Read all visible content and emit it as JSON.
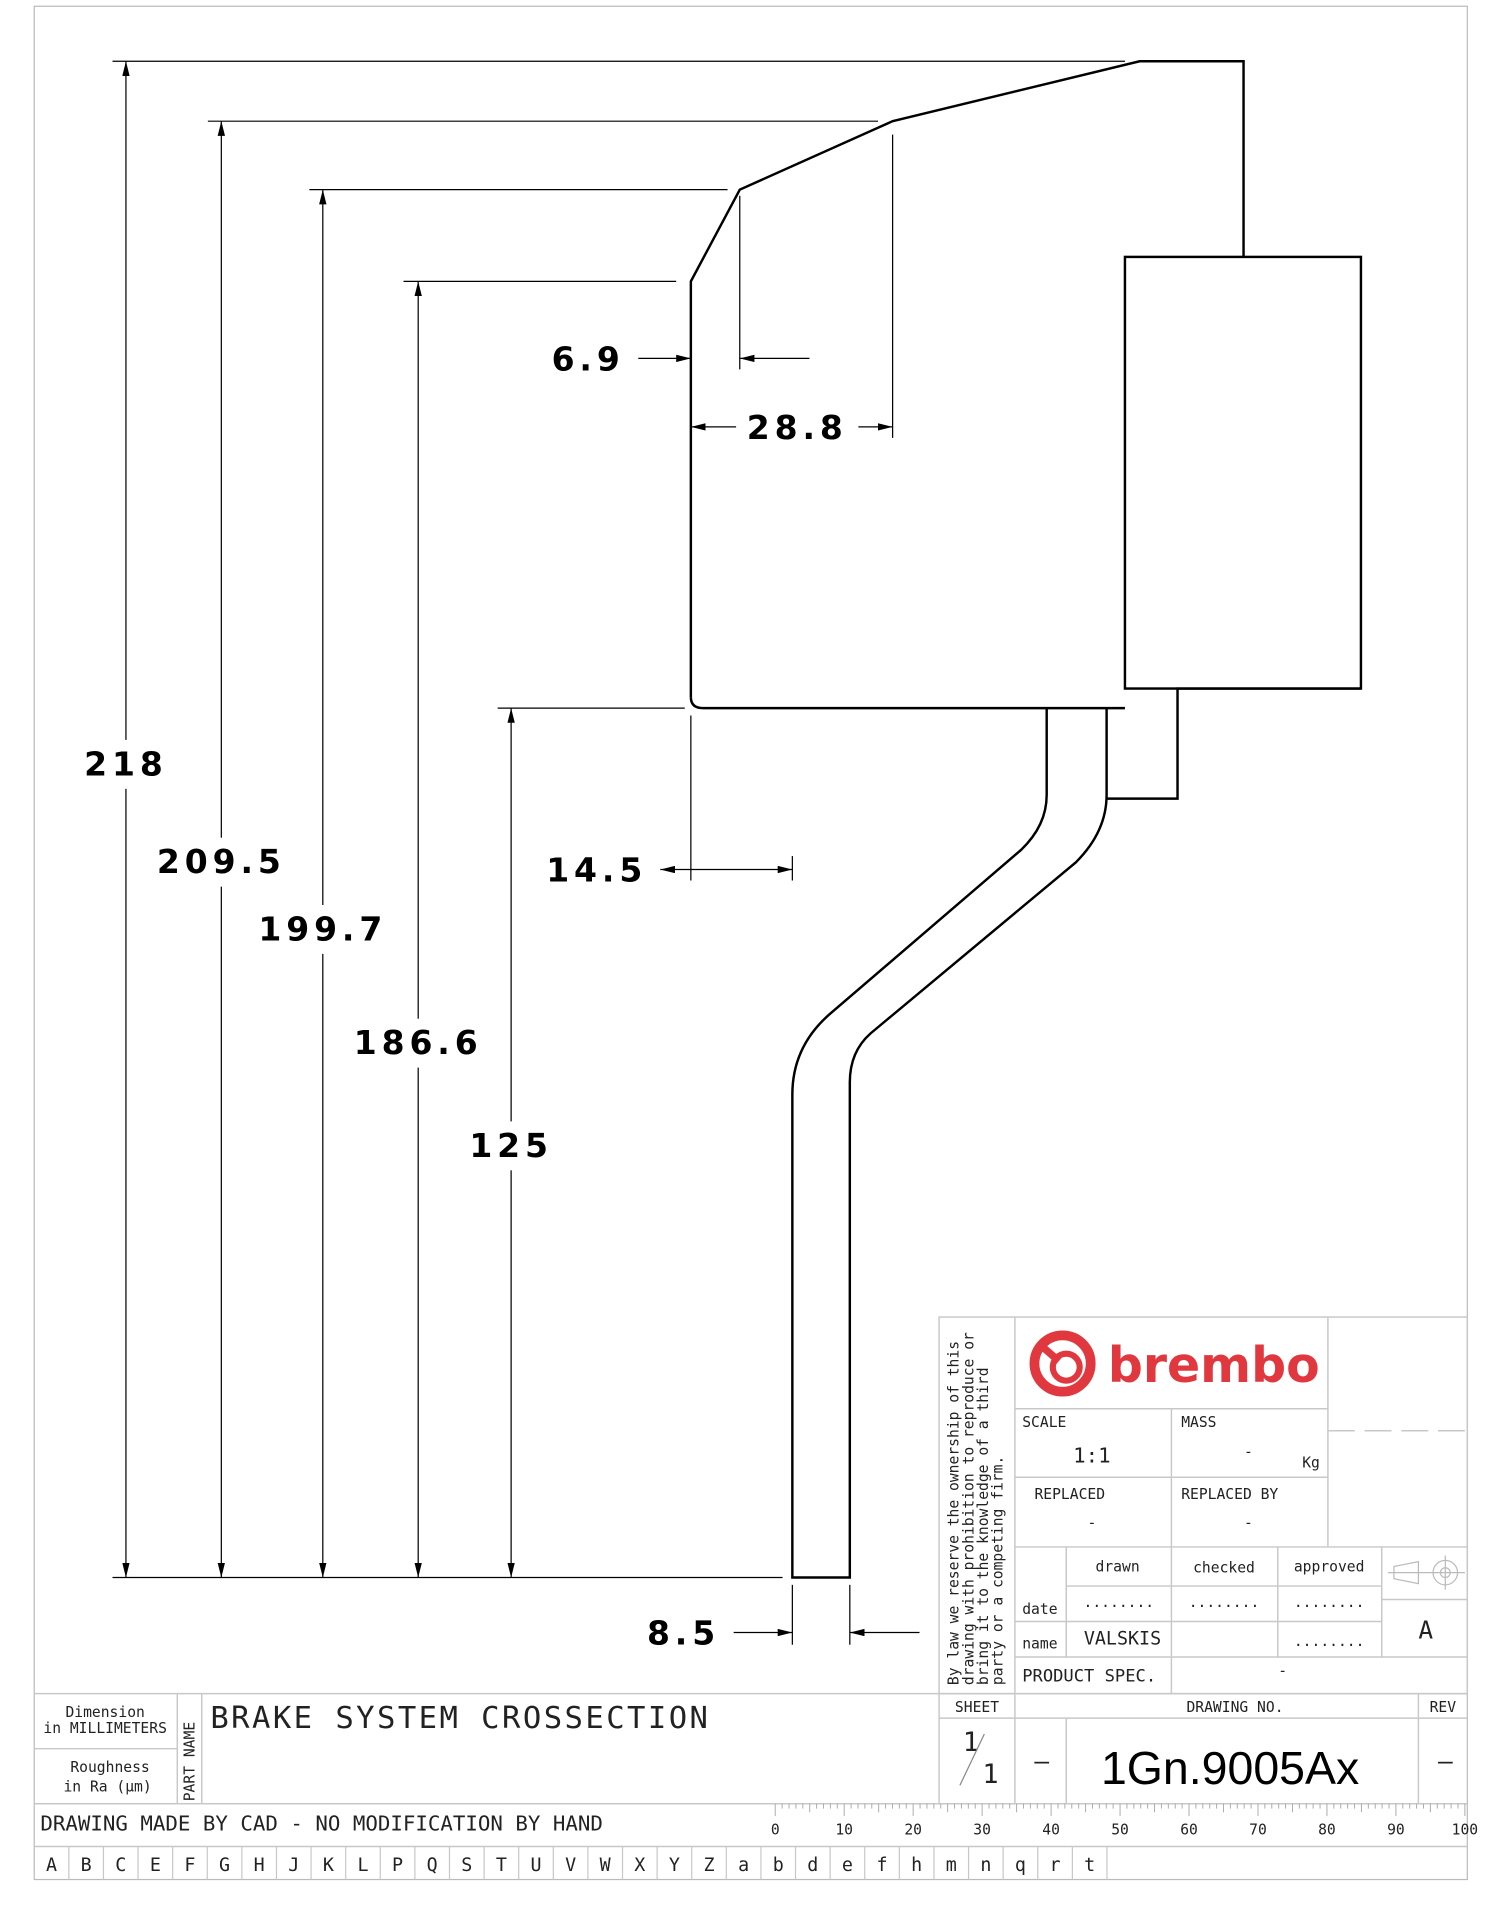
{
  "drawing": {
    "dimensions": {
      "overall_height": "218",
      "height_2": "209.5",
      "height_3": "199.7",
      "height_4": "186.6",
      "height_5": "125",
      "offset_chamfer": "6.9",
      "offset_top": "28.8",
      "offset_stem": "14.5",
      "stem_width": "8.5"
    }
  },
  "title_block": {
    "brand": "brembo",
    "brand_color": "#e0383e",
    "disclaimer": [
      "By law we reserve the ownership of this",
      "drawing with prohibition to reproduce or",
      "bring it to the knowledge of a third",
      "party or a competing firm."
    ],
    "scale_label": "SCALE",
    "scale_value": "1:1",
    "mass_label": "MASS",
    "mass_value": "-",
    "mass_unit": "Kg",
    "replaced_label": "REPLACED",
    "replaced_value": "-",
    "replaced_by_label": "REPLACED BY",
    "replaced_by_value": "-",
    "drawn_label": "drawn",
    "checked_label": "checked",
    "approved_label": "approved",
    "date_label": "date",
    "name_label": "name",
    "date_drawn": "........",
    "date_checked": "........",
    "date_approved": "........",
    "name_drawn": "VALSKIS",
    "name_approved": "........",
    "projection_letter": "A",
    "product_spec_label": "PRODUCT SPEC.",
    "product_spec_value": "-",
    "dimension_note_1": "Dimension",
    "dimension_note_2": "in MILLIMETERS",
    "roughness_note_1": "Roughness",
    "roughness_note_2": "in Ra (µm)",
    "part_name_label": "PART NAME",
    "part_name": "BRAKE SYSTEM CROSSECTION",
    "sheet_label": "SHEET",
    "sheet_num": "1",
    "sheet_total": "1",
    "sheet_dash": "—",
    "drawing_no_label": "DRAWING NO.",
    "drawing_no": "1Gn.9005Ax",
    "rev_label": "REV",
    "rev_value": "—",
    "cad_note": "DRAWING MADE BY CAD - NO MODIFICATION BY HAND",
    "ruler_labels": [
      "0",
      "10",
      "20",
      "30",
      "40",
      "50",
      "60",
      "70",
      "80",
      "90",
      "100"
    ],
    "grid_letters": [
      "A",
      "B",
      "C",
      "E",
      "F",
      "G",
      "H",
      "J",
      "K",
      "L",
      "P",
      "Q",
      "S",
      "T",
      "U",
      "V",
      "W",
      "X",
      "Y",
      "Z",
      "a",
      "b",
      "d",
      "e",
      "f",
      "h",
      "m",
      "n",
      "q",
      "r",
      "t"
    ]
  }
}
